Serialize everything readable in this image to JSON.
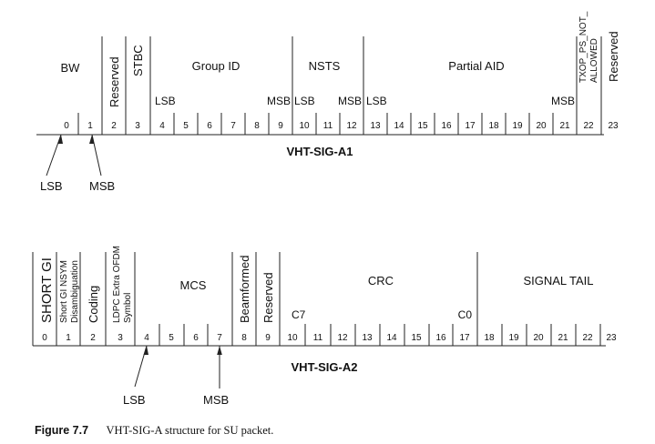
{
  "diagram_a1": {
    "title": "VHT-SIG-A1",
    "bits": [
      "0",
      "1",
      "2",
      "3",
      "4",
      "5",
      "6",
      "7",
      "8",
      "9",
      "10",
      "11",
      "12",
      "13",
      "14",
      "15",
      "16",
      "17",
      "18",
      "19",
      "20",
      "21",
      "22",
      "23"
    ],
    "fields": [
      {
        "label": "BW",
        "sub": [
          {
            "text": "",
            "bit": 0
          }
        ]
      },
      {
        "label": "Reserved",
        "sub": []
      },
      {
        "label": "STBC",
        "sub": []
      },
      {
        "label": "Group ID",
        "lsb": "LSB",
        "msb": "MSB"
      },
      {
        "label": "NSTS",
        "lsb": "LSB",
        "msb": "MSB"
      },
      {
        "label": "Partial AID",
        "lsb": "LSB",
        "msb": "MSB"
      },
      {
        "label_lines": [
          "TXOP_PS_NOT_",
          "ALLOWED"
        ]
      },
      {
        "label": "Reserved"
      }
    ],
    "pointers": [
      {
        "text": "LSB"
      },
      {
        "text": "MSB"
      }
    ]
  },
  "diagram_a2": {
    "title": "VHT-SIG-A2",
    "bits": [
      "0",
      "1",
      "2",
      "3",
      "4",
      "5",
      "6",
      "7",
      "8",
      "9",
      "10",
      "11",
      "12",
      "13",
      "14",
      "15",
      "16",
      "17",
      "18",
      "19",
      "20",
      "21",
      "22",
      "23"
    ],
    "fields": [
      {
        "label": "SHORT GI"
      },
      {
        "label_lines": [
          "Short GI NSYM",
          "Disambiguation"
        ]
      },
      {
        "label": "Coding"
      },
      {
        "label_lines": [
          "LDPC Extra OFDM",
          "Symbol"
        ]
      },
      {
        "label": "MCS"
      },
      {
        "label": "Beamformed"
      },
      {
        "label": "Reserved"
      },
      {
        "label": "CRC",
        "lsb": "C7",
        "msb": "C0"
      },
      {
        "label": "SIGNAL TAIL"
      }
    ],
    "pointers": [
      {
        "text": "LSB"
      },
      {
        "text": "MSB"
      }
    ]
  },
  "caption": {
    "figure": "Figure 7.7",
    "text": "VHT-SIG-A structure for SU packet."
  }
}
